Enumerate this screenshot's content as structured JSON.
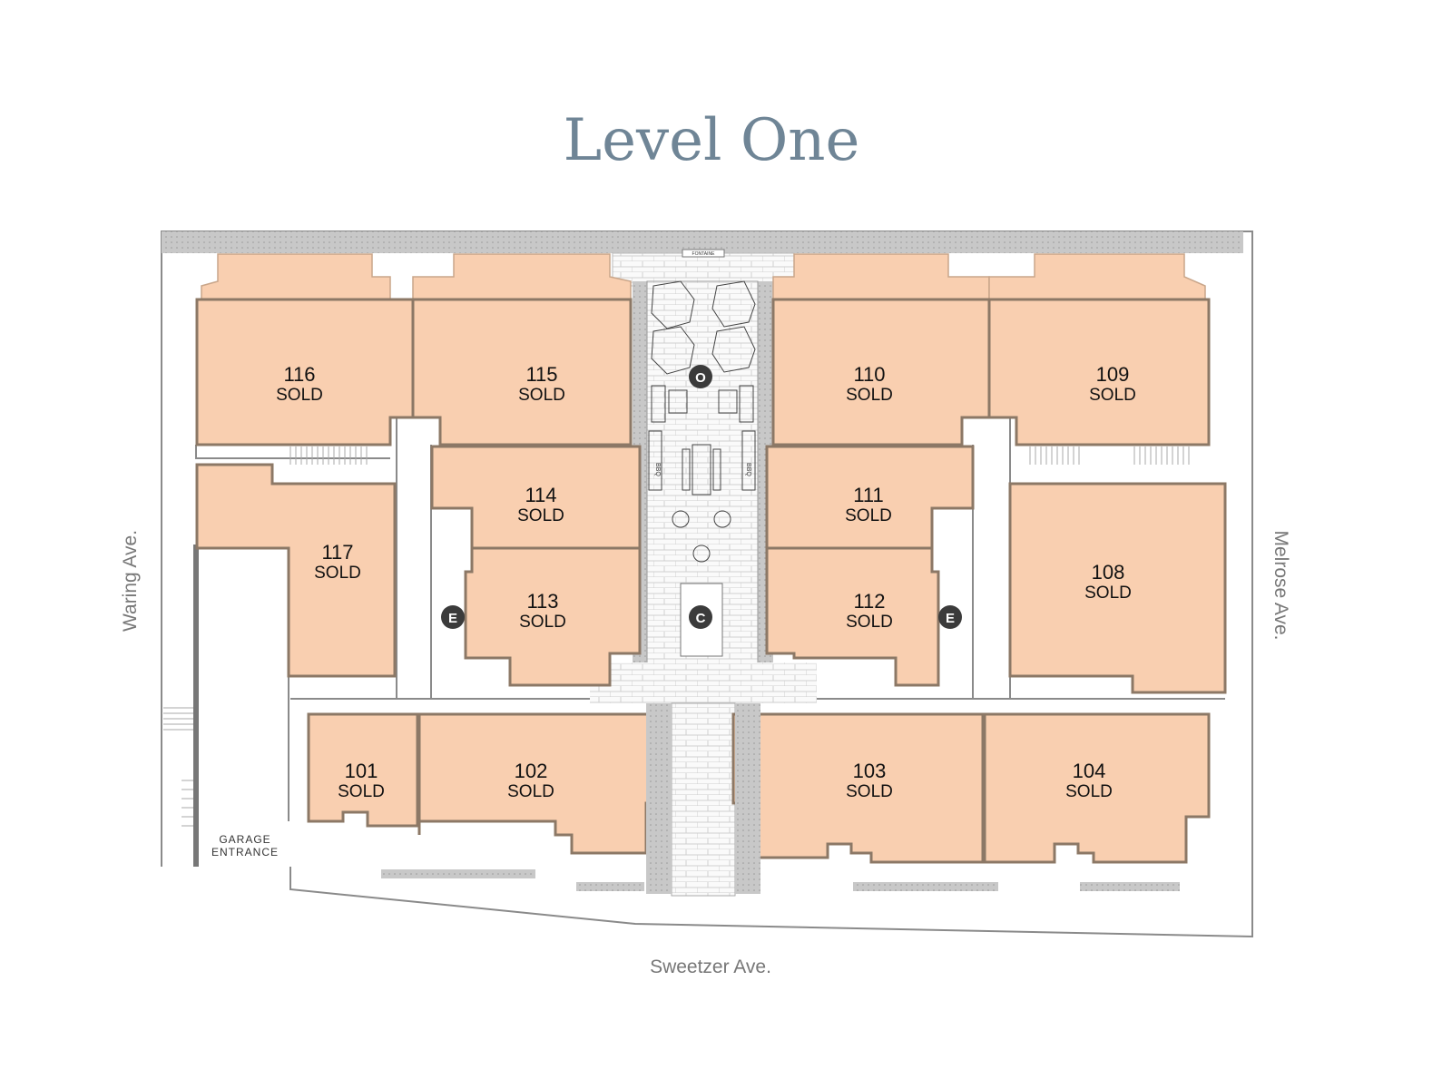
{
  "title": "Level One",
  "colors": {
    "unit_fill": "#f9cfb0",
    "unit_border": "#8c7866",
    "title": "#6f8596",
    "planting": "#c8c8c8"
  },
  "streets": {
    "west": "Waring Ave.",
    "east": "Melrose Ave.",
    "south": "Sweetzer Ave."
  },
  "garage": {
    "line1": "GARAGE",
    "line2": "ENTRANCE"
  },
  "courtyard": {
    "fountain_label": "FONTAINE",
    "bbq_left": "BBQ",
    "bbq_right": "BBQ"
  },
  "markers": [
    {
      "id": "O",
      "meaning": "open"
    },
    {
      "id": "C"
    },
    {
      "id": "E"
    },
    {
      "id": "E"
    }
  ],
  "units": [
    {
      "number": "116",
      "status": "SOLD"
    },
    {
      "number": "115",
      "status": "SOLD"
    },
    {
      "number": "110",
      "status": "SOLD"
    },
    {
      "number": "109",
      "status": "SOLD"
    },
    {
      "number": "114",
      "status": "SOLD"
    },
    {
      "number": "111",
      "status": "SOLD"
    },
    {
      "number": "117",
      "status": "SOLD"
    },
    {
      "number": "113",
      "status": "SOLD"
    },
    {
      "number": "112",
      "status": "SOLD"
    },
    {
      "number": "108",
      "status": "SOLD"
    },
    {
      "number": "101",
      "status": "SOLD"
    },
    {
      "number": "102",
      "status": "SOLD"
    },
    {
      "number": "103",
      "status": "SOLD"
    },
    {
      "number": "104",
      "status": "SOLD"
    }
  ]
}
